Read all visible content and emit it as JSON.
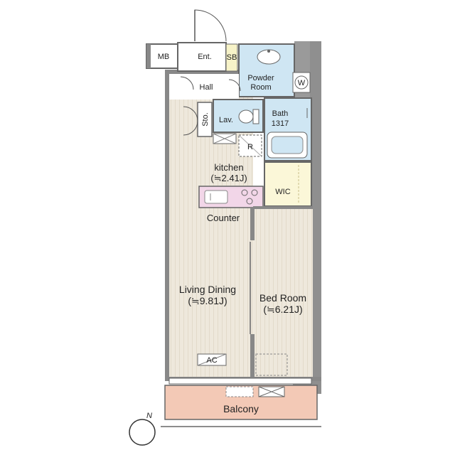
{
  "rooms": {
    "mb": "MB",
    "entrance": "Ent.",
    "shoe_box": "SB",
    "powder_room_line1": "Powder",
    "powder_room_line2": "Room",
    "washer": "W",
    "hall": "Hall",
    "lavatory": "Lav.",
    "storage": "Sto.",
    "bath_line1": "Bath",
    "bath_line2": "1317",
    "refrigerator": "R",
    "kitchen": "kitchen",
    "kitchen_size": "(≒2.41J)",
    "wic": "WIC",
    "counter": "Counter",
    "living_dining": "Living Dining",
    "living_dining_size": "(≒9.81J)",
    "bedroom": "Bed Room",
    "bedroom_size": "(≒6.21J)",
    "ac": "AC",
    "balcony": "Balcony",
    "north": "N"
  },
  "colors": {
    "wall": "#8a8a8a",
    "wall_dark": "#6f6f6f",
    "floor_wood": "#eee8dc",
    "floor_stripe": "#d9cfbd",
    "wet_area": "#cfe6f3",
    "kitchen_counter": "#f2d6e8",
    "wic": "#fbf7d8",
    "balcony": "#f3c9b6",
    "shoe_box": "#f7f3c8",
    "line": "#555555"
  }
}
